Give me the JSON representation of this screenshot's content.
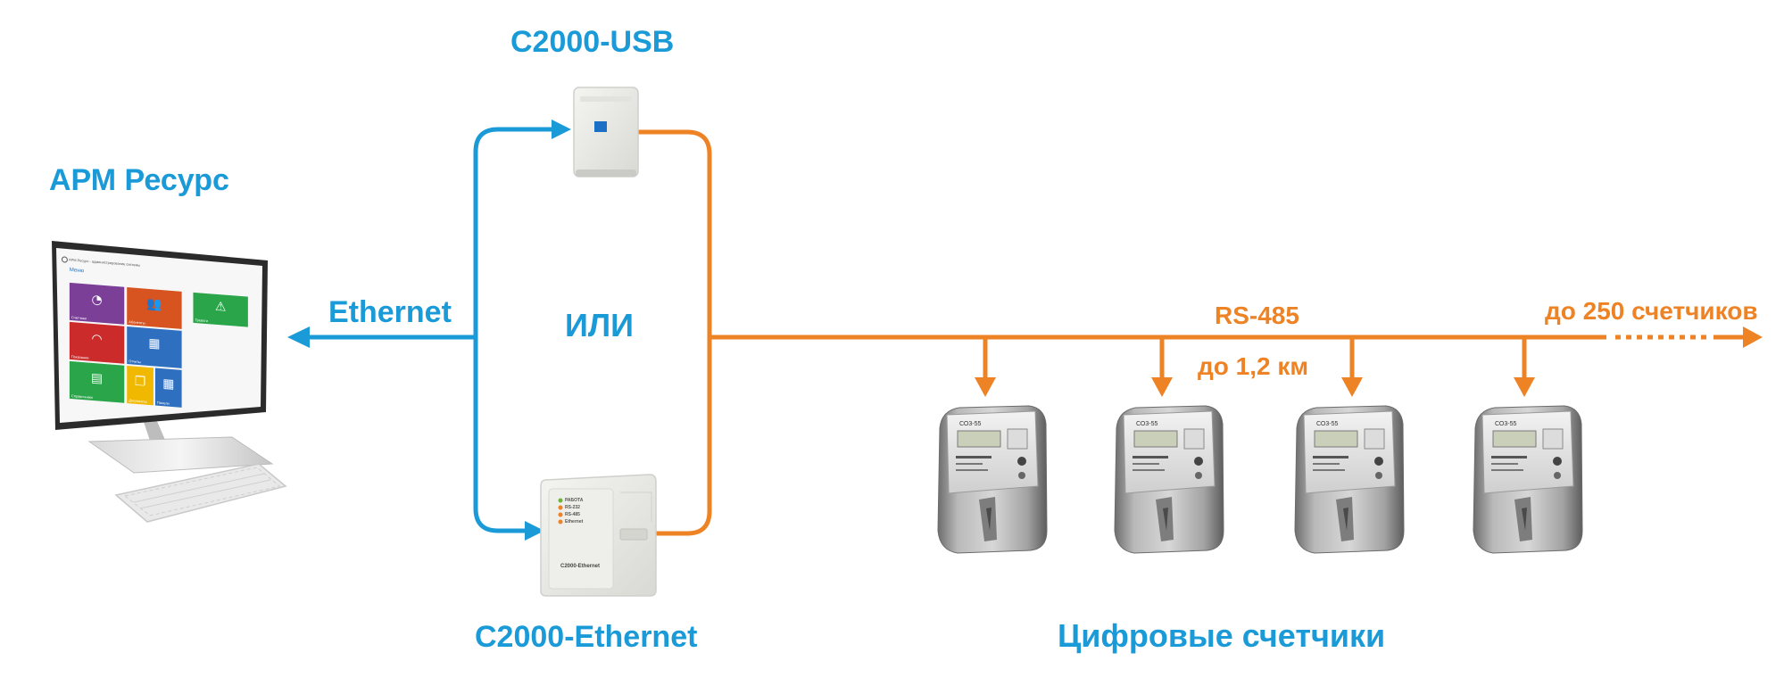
{
  "colors": {
    "blue_link": "#1b9ad8",
    "orange_link": "#ee8325",
    "label_blue": "#1b9ad8",
    "label_orange": "#ee8325"
  },
  "workstation": {
    "title": "АРМ Ресурс",
    "screen": {
      "app_label": "АРМ Ресурс - администрирование системы",
      "menu_label": "Меню",
      "tiles": [
        {
          "color": "#7b3f98",
          "icon": "gauge-icon",
          "caption": "Счетчики"
        },
        {
          "color": "#d7531f",
          "icon": "users-icon",
          "caption": "Абоненты"
        },
        {
          "color": "#ffffff",
          "icon": "",
          "caption": ""
        },
        {
          "color": "#2aa54a",
          "icon": "warning-icon",
          "caption": "Тревоги"
        },
        {
          "color": "#cc2b2b",
          "icon": "speedometer-icon",
          "caption": "Показания"
        },
        {
          "color": "#2f6fbf",
          "icon": "calendar-icon",
          "caption": "Отчеты"
        },
        {
          "color": "#2aa54a",
          "icon": "notebook-icon",
          "caption": "Справочники"
        },
        {
          "color": "#f1b800",
          "icon": "documents-icon",
          "caption": "Документы"
        },
        {
          "color": "#2f6fbf",
          "icon": "grid-icon",
          "caption": "Панели"
        }
      ]
    }
  },
  "links": {
    "ethernet": "Ethernet",
    "or": "ИЛИ",
    "rs485": "RS-485",
    "distance": "до 1,2 км",
    "max_meters": "до 250 счетчиков"
  },
  "devices": {
    "usb": {
      "name": "С2000-USB"
    },
    "ethernet": {
      "name": "С2000-Ethernet",
      "face_label": "С2000-Ethernet",
      "indicators": [
        "РАБОТА",
        "RS-232",
        "RS-485",
        "Ethernet"
      ]
    }
  },
  "meters": {
    "title": "Цифровые счетчики",
    "model": "СО3-55",
    "count_shown": 4
  }
}
